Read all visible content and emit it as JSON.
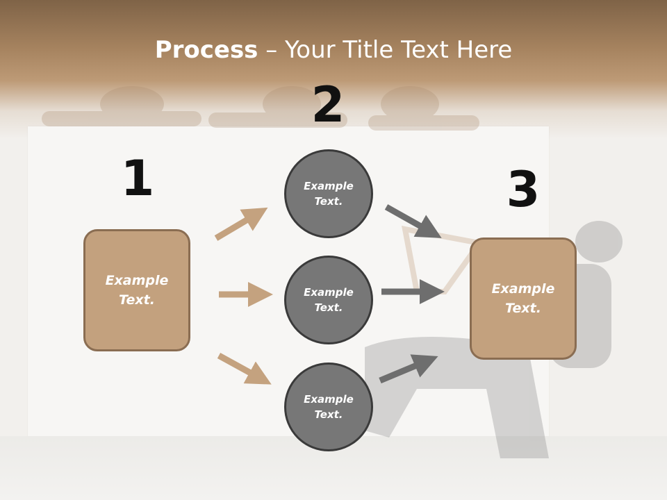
{
  "title": {
    "bold": "Process",
    "rest": " – Your Title Text Here"
  },
  "steps": [
    {
      "number": "1",
      "label_line1": "Example",
      "label_line2": "Text."
    },
    {
      "number": "2"
    },
    {
      "number": "3",
      "label_line1": "Example",
      "label_line2": "Text."
    }
  ],
  "circles": [
    {
      "line1": "Example",
      "line2": "Text."
    },
    {
      "line1": "Example",
      "line2": "Text."
    },
    {
      "line1": "Example",
      "line2": "Text."
    }
  ],
  "colors": {
    "box_fill": "#c3a17e",
    "box_border": "#8a6d52",
    "circle_fill": "#777777",
    "circle_border": "#3a3a3a",
    "arrow_tan": "#c4a27f",
    "arrow_gray": "#6e6e6e"
  }
}
